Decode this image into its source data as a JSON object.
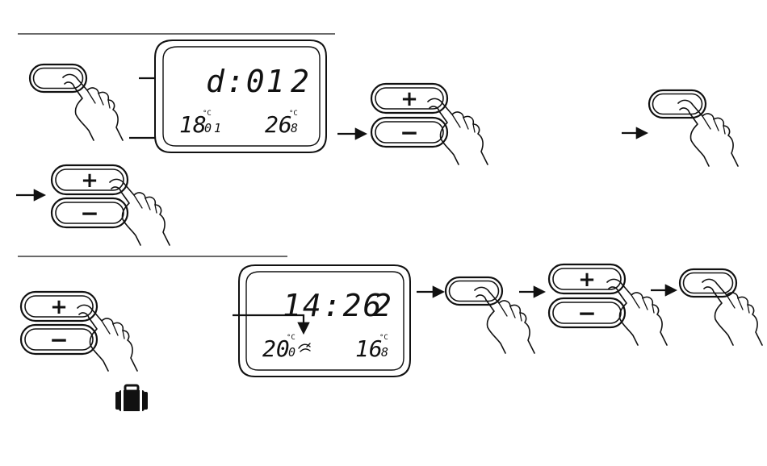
{
  "section1": {
    "display": {
      "main_text": "d:01",
      "main_day": "2",
      "left_temp": "18",
      "left_decimal": "0",
      "left_mark": "1",
      "right_temp": "26",
      "right_decimal": "8",
      "unit": "°C"
    }
  },
  "section2": {
    "display": {
      "main_text": "14:26",
      "main_day": "2",
      "left_temp": "20",
      "left_decimal": "0",
      "right_temp": "16",
      "right_decimal": "8",
      "unit": "°C"
    }
  },
  "keys": {
    "plus": "+",
    "minus": "−"
  },
  "icons": {
    "hand": "pressing-hand-icon",
    "arrow": "arrow-right-icon",
    "suitcase": "suitcase-icon",
    "comfort": "comfort-symbol-icon"
  }
}
